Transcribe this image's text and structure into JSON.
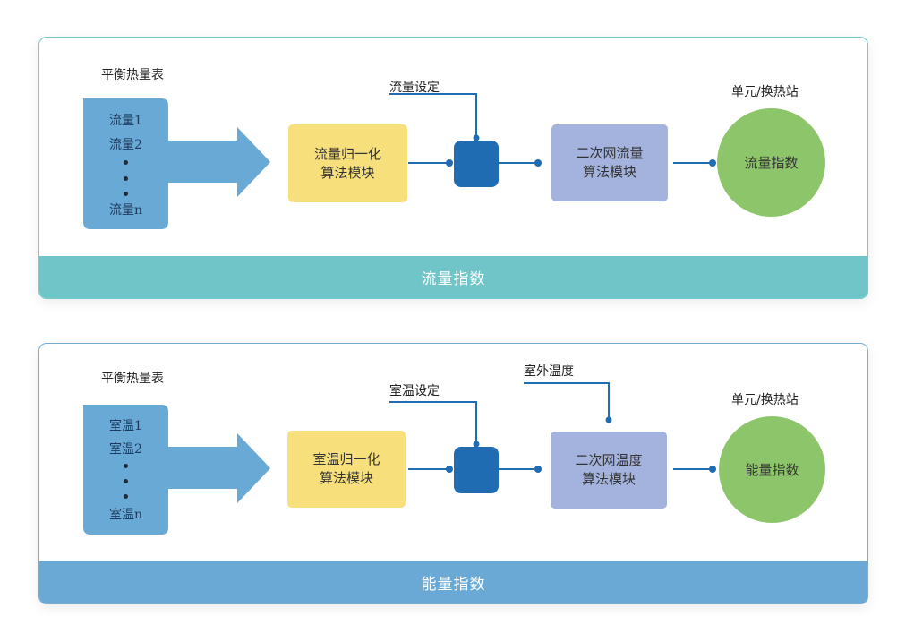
{
  "panel_top": {
    "source_label": "平衡热量表",
    "items": [
      "流量1",
      "流量2",
      "流量n"
    ],
    "setpoint_label": "流量设定",
    "normalize_block": [
      "流量归一化",
      "算法模块"
    ],
    "algo_block": [
      "二次网流量",
      "算法模块"
    ],
    "unit_label": "单元/换热站",
    "result_label": "流量指数",
    "footer_title": "流量指数",
    "colors": {
      "border": "#74c9cb",
      "footer": "#70c5c8",
      "arrow": "#68a9d5"
    }
  },
  "panel_bottom": {
    "source_label": "平衡热量表",
    "items": [
      "室温1",
      "室温2",
      "室温n"
    ],
    "setpoint_label": "室温设定",
    "extra_input_label": "室外温度",
    "normalize_block": [
      "室温归一化",
      "算法模块"
    ],
    "algo_block": [
      "二次网温度",
      "算法模块"
    ],
    "unit_label": "单元/换热站",
    "result_label": "能量指数",
    "footer_title": "能量指数",
    "colors": {
      "border": "#74aed6",
      "footer": "#6aa9d6",
      "arrow": "#68a9d5"
    }
  },
  "colors": {
    "controller": "#1f6cb3",
    "normalize": "#f7df7c",
    "algo": "#a4b3dd",
    "result": "#8dc56a",
    "connector": "#1f6cb3"
  }
}
